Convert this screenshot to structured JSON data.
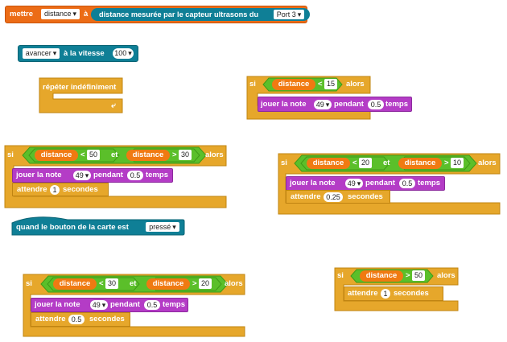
{
  "colors": {
    "control": "#e6a72b",
    "operator": "#5bbf2a",
    "sensor": "#f07a12",
    "sound": "#b43cc6",
    "motion": "#0f7f96",
    "variable": "#ec6c16"
  },
  "set_block": {
    "keyword": "mettre",
    "variable": "distance",
    "to": "à",
    "reporter": "distance mesurée par le capteur ultrasons du",
    "port": "Port 3"
  },
  "move_block": {
    "direction": "avancer",
    "label": "à la vitesse",
    "speed": "100"
  },
  "forever_block": {
    "label": "répéter indéfiniment",
    "arrow_icon": "loop-arrow-icon"
  },
  "if_small": {
    "keyword": "si",
    "variable": "distance",
    "op": "<",
    "value": "15",
    "then": "alors",
    "note_label": "jouer la note",
    "note": "49",
    "during": "pendant",
    "duration": "0.5",
    "unit": "temps"
  },
  "if_left": {
    "keyword": "si",
    "var1": "distance",
    "op1": "<",
    "val1": "50",
    "and": "et",
    "var2": "distance",
    "op2": ">",
    "val2": "30",
    "then": "alors",
    "note_label": "jouer la note",
    "note": "49",
    "during": "pendant",
    "duration": "0.5",
    "unit": "temps",
    "wait_label": "attendre",
    "wait": "1",
    "wait_unit": "secondes"
  },
  "if_right": {
    "keyword": "si",
    "var1": "distance",
    "op1": "<",
    "val1": "20",
    "and": "et",
    "var2": "distance",
    "op2": ">",
    "val2": "10",
    "then": "alors",
    "note_label": "jouer la note",
    "note": "49",
    "during": "pendant",
    "duration": "0.5",
    "unit": "temps",
    "wait_label": "attendre",
    "wait": "0.25",
    "wait_unit": "secondes"
  },
  "hat_block": {
    "label": "quand le bouton de la carte est",
    "state": "pressé"
  },
  "if_bottom": {
    "keyword": "si",
    "var1": "distance",
    "op1": "<",
    "val1": "30",
    "and": "et",
    "var2": "distance",
    "op2": ">",
    "val2": "20",
    "then": "alors",
    "note_label": "jouer la note",
    "note": "49",
    "during": "pendant",
    "duration": "0.5",
    "unit": "temps",
    "wait_label": "attendre",
    "wait": "0.5",
    "wait_unit": "secondes"
  },
  "if_br": {
    "keyword": "si",
    "variable": "distance",
    "op": ">",
    "value": "50",
    "then": "alors",
    "wait_label": "attendre",
    "wait": "1",
    "wait_unit": "secondes"
  }
}
